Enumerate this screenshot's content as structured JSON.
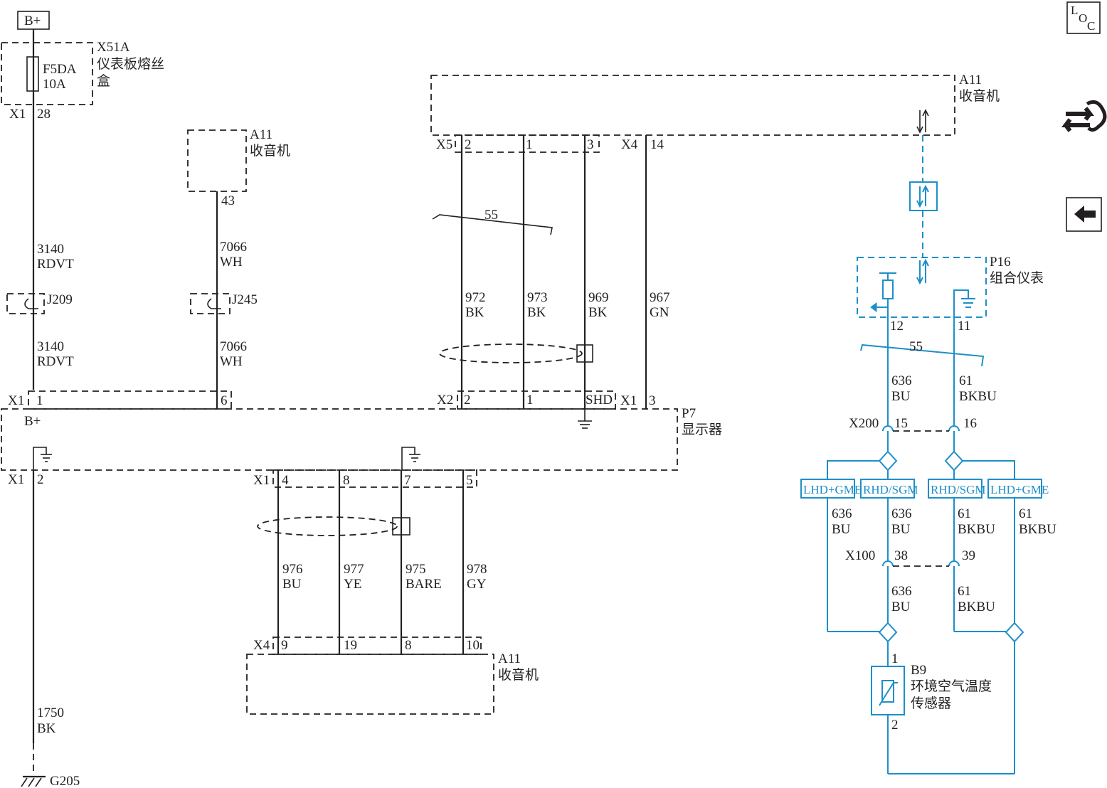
{
  "power": {
    "label": "B+"
  },
  "fuse_box": {
    "id": "X51A",
    "name": "仪表板熔丝",
    "name2": "盒",
    "fuse": "F5DA",
    "rating": "10A",
    "conn": "X1",
    "pin": "28"
  },
  "radio_top": {
    "id": "A11",
    "name": "收音机"
  },
  "radio_small": {
    "id": "A11",
    "name": "收音机",
    "pin": "43"
  },
  "radio_bottom": {
    "id": "A11",
    "name": "收音机"
  },
  "display": {
    "id": "P7",
    "name": "显示器",
    "bplus": "B+"
  },
  "cluster": {
    "id": "P16",
    "name": "组合仪表"
  },
  "sensor": {
    "id": "B9",
    "name": "环境空气温度",
    "name2": "传感器",
    "pin_top": "1",
    "pin_bottom": "2"
  },
  "ground": {
    "id": "G205"
  },
  "x5": {
    "conn": "X5",
    "pins": [
      "2",
      "1",
      "3"
    ]
  },
  "x4_top": {
    "conn": "X4",
    "pin": "14"
  },
  "x2": {
    "conn": "X2",
    "pins": [
      "2",
      "1",
      "SHD"
    ]
  },
  "x1_right": {
    "conn": "X1",
    "pin": "3"
  },
  "x1_left": {
    "conn": "X1",
    "pin": "1",
    "pin6": "6"
  },
  "x1_ground": {
    "conn": "X1",
    "pin": "2"
  },
  "x1_bottom": {
    "conn": "X1",
    "pins": [
      "4",
      "8",
      "7",
      "5"
    ]
  },
  "x4_bottom": {
    "conn": "X4",
    "pins": [
      "9",
      "19",
      "8",
      "10"
    ]
  },
  "x200": {
    "conn": "X200",
    "pins": [
      "15",
      "16"
    ]
  },
  "x100": {
    "conn": "X100",
    "pins": [
      "38",
      "39"
    ]
  },
  "cluster_pins": [
    "12",
    "11"
  ],
  "splices": [
    "J209",
    "J245"
  ],
  "twist": [
    "55",
    "55"
  ],
  "options": [
    "LHD+GME",
    "RHD/SGM",
    "RHD/SGM",
    "LHD+GME"
  ],
  "wires": [
    {
      "circuit": "3140",
      "color": "RDVT"
    },
    {
      "circuit": "3140",
      "color": "RDVT"
    },
    {
      "circuit": "7066",
      "color": "WH"
    },
    {
      "circuit": "7066",
      "color": "WH"
    },
    {
      "circuit": "972",
      "color": "BK"
    },
    {
      "circuit": "973",
      "color": "BK"
    },
    {
      "circuit": "969",
      "color": "BK"
    },
    {
      "circuit": "967",
      "color": "GN"
    },
    {
      "circuit": "976",
      "color": "BU"
    },
    {
      "circuit": "977",
      "color": "YE"
    },
    {
      "circuit": "975",
      "color": "BARE"
    },
    {
      "circuit": "978",
      "color": "GY"
    },
    {
      "circuit": "1750",
      "color": "BK"
    },
    {
      "circuit": "636",
      "color": "BU"
    },
    {
      "circuit": "61",
      "color": "BKBU"
    },
    {
      "circuit": "636",
      "color": "BU"
    },
    {
      "circuit": "636",
      "color": "BU"
    },
    {
      "circuit": "61",
      "color": "BKBU"
    },
    {
      "circuit": "61",
      "color": "BKBU"
    },
    {
      "circuit": "636",
      "color": "BU"
    },
    {
      "circuit": "61",
      "color": "BKBU"
    }
  ],
  "side": {
    "loc_l": "L",
    "loc_o": "O",
    "loc_c": "C"
  },
  "colors": {
    "line": "#231f20",
    "accent": "#1d8fc9",
    "background": "#ffffff"
  },
  "icons": [
    "loc-icon",
    "connector-view-icon",
    "back-arrow-icon"
  ]
}
